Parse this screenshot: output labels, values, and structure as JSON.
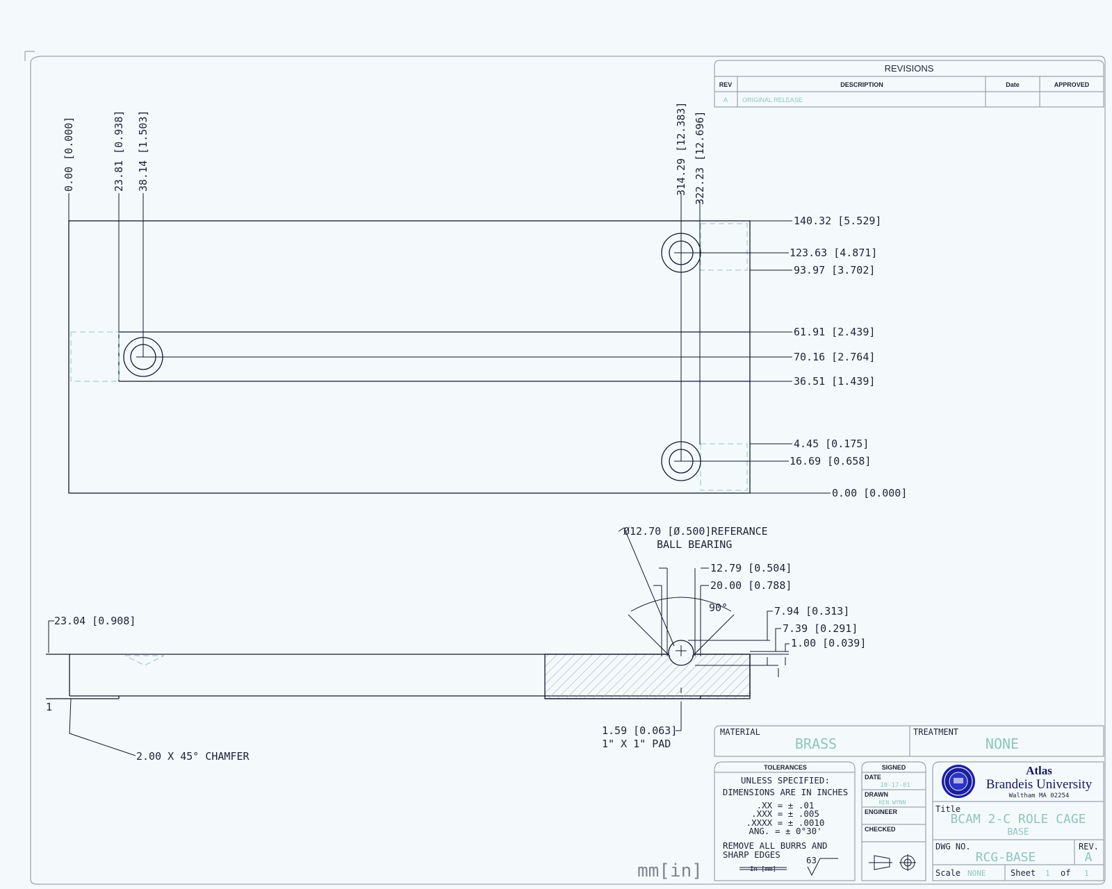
{
  "revisions": {
    "title": "REVISIONS",
    "headers": [
      "REV",
      "DESCRIPTION",
      "Date",
      "APPROVED"
    ],
    "rows": [
      {
        "rev": "A",
        "description": "ORIGINAL RELEASE",
        "date": "",
        "approved": ""
      }
    ]
  },
  "top_view": {
    "x_dims": [
      "0.00 [0.000]",
      "23.81 [0.938]",
      "38.14 [1.503]",
      "314.29 [12.383]",
      "322.23 [12.696]"
    ],
    "y_dims": [
      "140.32 [5.529]",
      "123.63 [4.871]",
      "93.97 [3.702]",
      "61.91 [2.439]",
      "70.16 [2.764]",
      "36.51 [1.439]",
      "4.45 [0.175]",
      "16.69 [0.658]",
      "0.00 [0.000]"
    ]
  },
  "section_view": {
    "bearing_line1": "Ø12.70 [Ø.500]REFERANCE",
    "bearing_line2": "BALL BEARING",
    "dims": {
      "d1279": "12.79 [0.504]",
      "d2000": "20.00 [0.788]",
      "angle": "90°",
      "d794": "7.94 [0.313]",
      "d739": "7.39 [0.291]",
      "d100": "1.00 [0.039]",
      "d2304": "23.04 [0.908]",
      "one_marker": "1",
      "chamfer": "2.00 X 45° CHAMFER",
      "pad_dim": "1.59 [0.063]",
      "pad_label": "1\" X 1\" PAD"
    }
  },
  "units_label": "mm[in]",
  "title_block": {
    "material_label": "MATERIAL",
    "material_value": "BRASS",
    "treatment_label": "TREATMENT",
    "treatment_value": "NONE",
    "tolerances": {
      "title": "TOLERANCES",
      "lines": [
        "UNLESS SPECIFIED:",
        "DIMENSIONS ARE IN INCHES",
        ".XX = ± .01",
        ".XXX = ± .005",
        ".XXXX = ± .0010",
        "ANG. = ± 0°30'"
      ],
      "note1": "REMOVE ALL BURRS AND",
      "note2": "SHARP EDGES",
      "finish": "63",
      "struck": "In [mm]"
    },
    "signed": {
      "title": "SIGNED",
      "date_label": "DATE",
      "date_value": "10-17-01",
      "drawn_label": "DRAWN",
      "drawn_value": "KEN WYNN",
      "engineer_label": "ENGINEER",
      "checked_label": "CHECKED"
    },
    "org": {
      "line1": "Atlas",
      "line2": "Brandeis University",
      "line3": "Waltham MA 02254"
    },
    "title_label": "Title",
    "title_value": "BCAM 2-C ROLE CAGE",
    "subtitle_value": "BASE",
    "dwg_label": "DWG NO.",
    "dwg_value": "RCG-BASE",
    "rev_label": "REV.",
    "rev_value": "A",
    "scale_label": "Scale",
    "scale_value": "NONE",
    "sheet_label": "Sheet",
    "sheet_value": "1",
    "of_label": "of",
    "of_value": "1"
  }
}
